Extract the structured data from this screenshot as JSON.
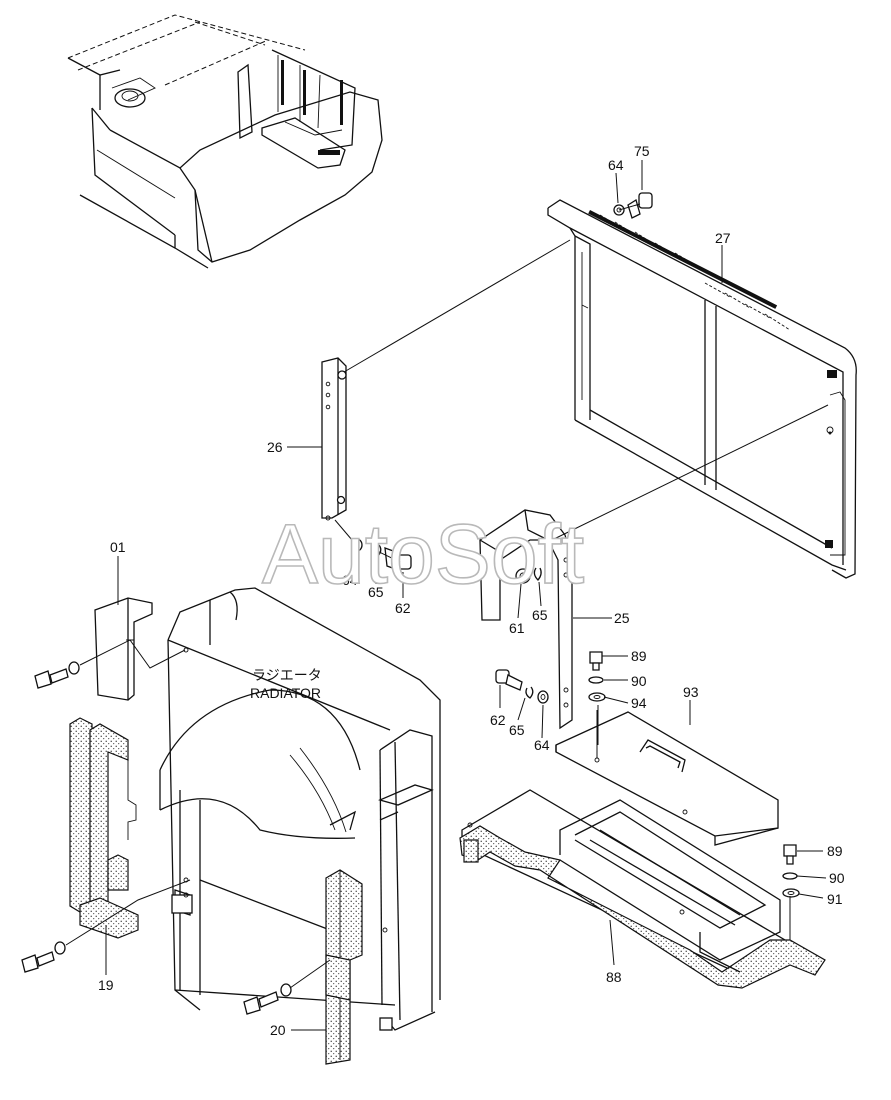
{
  "watermark": "AutoSoft",
  "radiator_label": {
    "japanese": "ラジエータ",
    "english": "RADIATOR"
  },
  "callouts": [
    {
      "id": "75",
      "text": "75"
    },
    {
      "id": "64a",
      "text": "64"
    },
    {
      "id": "27",
      "text": "27"
    },
    {
      "id": "26",
      "text": "26"
    },
    {
      "id": "64b",
      "text": "64"
    },
    {
      "id": "65a",
      "text": "65"
    },
    {
      "id": "62a",
      "text": "62"
    },
    {
      "id": "61",
      "text": "61"
    },
    {
      "id": "65b",
      "text": "65"
    },
    {
      "id": "25",
      "text": "25"
    },
    {
      "id": "01",
      "text": "01"
    },
    {
      "id": "89a",
      "text": "89"
    },
    {
      "id": "90a",
      "text": "90"
    },
    {
      "id": "94",
      "text": "94"
    },
    {
      "id": "93",
      "text": "93"
    },
    {
      "id": "62b",
      "text": "62"
    },
    {
      "id": "65c",
      "text": "65"
    },
    {
      "id": "64c",
      "text": "64"
    },
    {
      "id": "89b",
      "text": "89"
    },
    {
      "id": "90b",
      "text": "90"
    },
    {
      "id": "91",
      "text": "91"
    },
    {
      "id": "88",
      "text": "88"
    },
    {
      "id": "19",
      "text": "19"
    },
    {
      "id": "20",
      "text": "20"
    }
  ]
}
